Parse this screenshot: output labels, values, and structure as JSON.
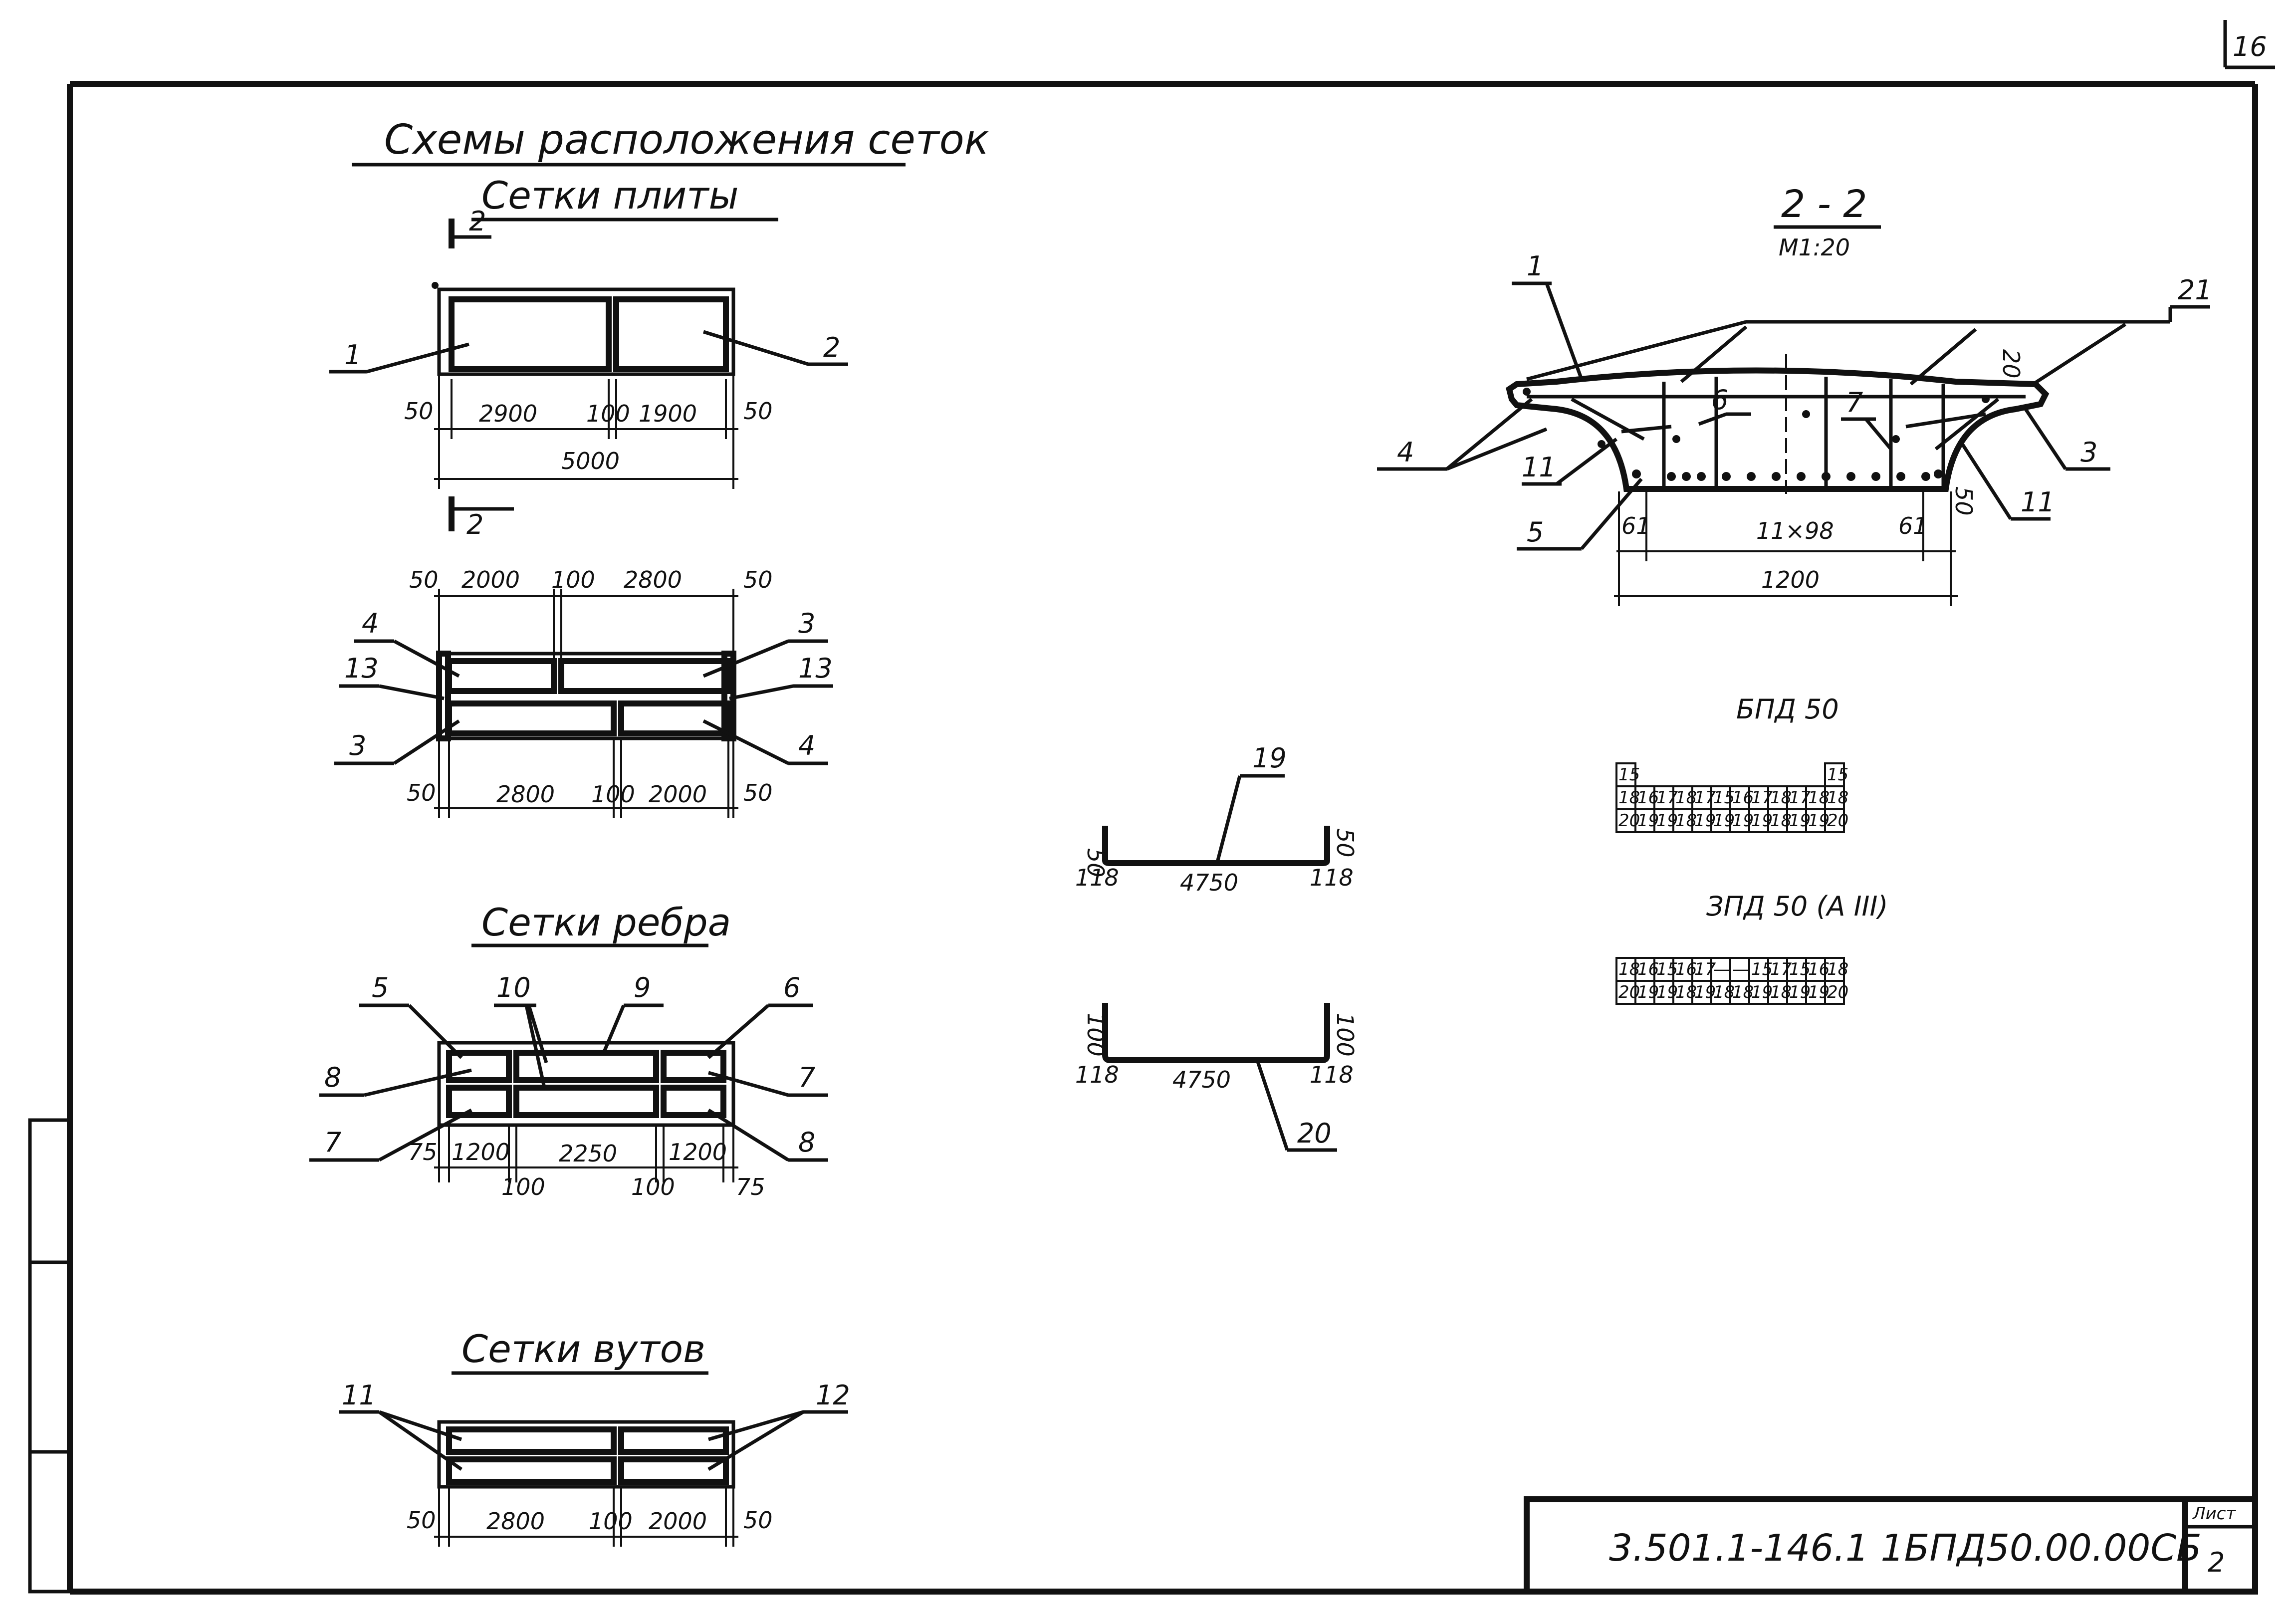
{
  "sheet_corner": "16",
  "title": "Схемы расположения сеток",
  "slab": {
    "title": "Сетки плиты",
    "section_mark": "2",
    "top_labels": [
      "1",
      "2"
    ],
    "top_dims": [
      "50",
      "2900",
      "100",
      "1900",
      "50"
    ],
    "overall": "5000",
    "bottom_top_dims": [
      "50",
      "2000",
      "100",
      "2800",
      "50"
    ],
    "bottom_labels": [
      "4",
      "3",
      "13",
      "13",
      "3",
      "4"
    ],
    "bottom_dims": [
      "50",
      "2800",
      "100",
      "2000",
      "50"
    ]
  },
  "rib": {
    "title": "Сетки ребра",
    "labels": [
      "5",
      "10",
      "9",
      "6",
      "8",
      "7",
      "7",
      "8"
    ],
    "dims": [
      "75",
      "1200",
      "2250",
      "1200",
      "75"
    ],
    "gaps": [
      "100",
      "100"
    ]
  },
  "haunch": {
    "title": "Сетки вутов",
    "labels": [
      "11",
      "12"
    ],
    "dims": [
      "50",
      "2800",
      "100",
      "2000",
      "50"
    ]
  },
  "bar19": {
    "label": "19",
    "left_h": "50",
    "right_h": "50",
    "left_hook": "118",
    "length": "4750",
    "right_hook": "118"
  },
  "bar20": {
    "label": "20",
    "left_h": "100",
    "right_h": "100",
    "left_hook": "118",
    "length": "4750",
    "right_hook": "118"
  },
  "section": {
    "title": "2 - 2",
    "scale": "М1:20",
    "labels": [
      "1",
      "21",
      "20",
      "6",
      "7",
      "4",
      "11",
      "3",
      "11",
      "5"
    ],
    "dims": [
      "61",
      "11×98",
      "61",
      "50",
      "1200"
    ]
  },
  "tables": {
    "bpd_title": "БПД 50",
    "bpd_top": [
      "15",
      "15"
    ],
    "bpd_rows": [
      [
        "18",
        "16",
        "17",
        "18",
        "17",
        "15",
        "16",
        "17",
        "18",
        "17",
        "18",
        "18"
      ],
      [
        "20",
        "19",
        "19",
        "18",
        "19",
        "19",
        "19",
        "19",
        "18",
        "19",
        "19",
        "20"
      ]
    ],
    "zpd_title": "ЗПД 50 (А III)",
    "zpd_rows": [
      [
        "18",
        "16",
        "15",
        "16",
        "17",
        "—",
        "—",
        "15",
        "17",
        "15",
        "16",
        "18"
      ],
      [
        "20",
        "19",
        "19",
        "18",
        "19",
        "18",
        "18",
        "19",
        "18",
        "19",
        "19",
        "20"
      ]
    ]
  },
  "stamp": {
    "code": "3.501.1-146.1 1БПД50.00.00СБ",
    "sheet_label": "Лист",
    "sheet_no": "2"
  }
}
